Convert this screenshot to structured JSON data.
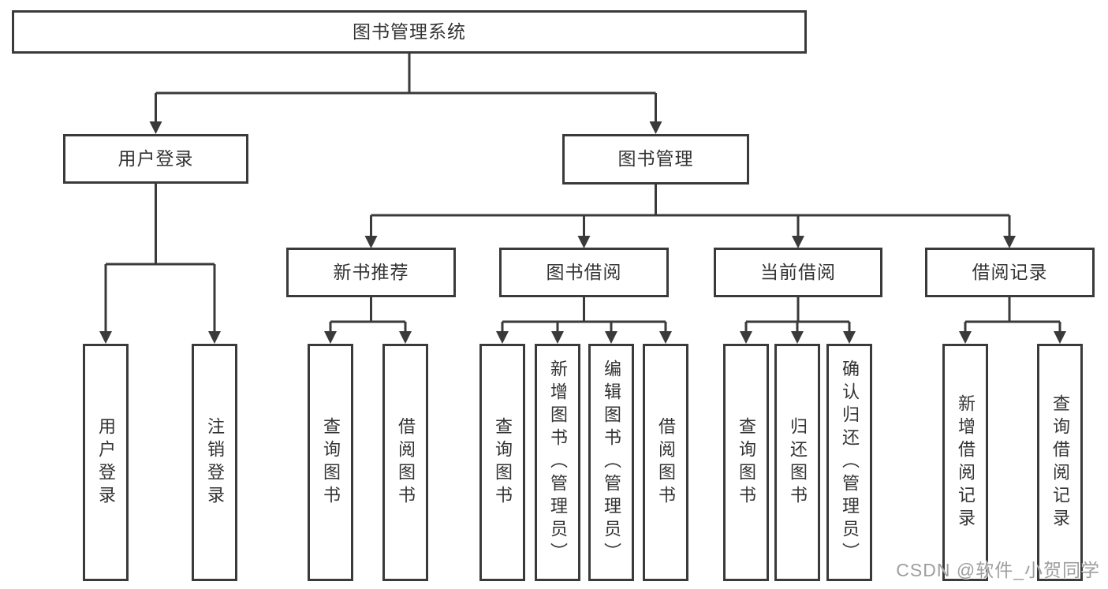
{
  "diagram": {
    "root": {
      "label": "图书管理系统"
    },
    "branches": [
      {
        "label": "用户登录",
        "children": [
          {
            "label": "用户登录"
          },
          {
            "label": "注销登录"
          }
        ]
      },
      {
        "label": "图书管理",
        "children": [
          {
            "label": "新书推荐",
            "children": [
              {
                "label": "查询图书"
              },
              {
                "label": "借阅图书"
              }
            ]
          },
          {
            "label": "图书借阅",
            "children": [
              {
                "label": "查询图书"
              },
              {
                "label": "新增图书（管理员）"
              },
              {
                "label": "编辑图书（管理员）"
              },
              {
                "label": "借阅图书"
              }
            ]
          },
          {
            "label": "当前借阅",
            "children": [
              {
                "label": "查询图书"
              },
              {
                "label": "归还图书"
              },
              {
                "label": "确认归还（管理员）"
              }
            ]
          },
          {
            "label": "借阅记录",
            "children": [
              {
                "label": "新增借阅记录"
              },
              {
                "label": "查询借阅记录"
              }
            ]
          }
        ]
      }
    ]
  },
  "watermark": {
    "text": "CSDN @软件_小贺同学"
  },
  "colors": {
    "line": "#3a3a3a",
    "text": "#333333",
    "box_background": "#ffffff",
    "watermark": "#9e9e9e"
  }
}
